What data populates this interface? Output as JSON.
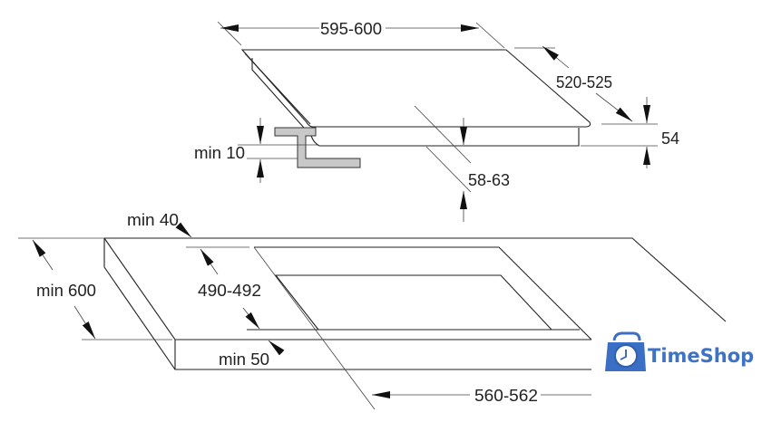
{
  "hob_dimensions": {
    "width": "595-600",
    "depth": "520-525",
    "height": "54",
    "min_clearance": "min 10",
    "depth_below": "58-63"
  },
  "countertop_dimensions": {
    "min_front_margin": "min 40",
    "cutout_depth": "490-492",
    "min_depth": "min 600",
    "min_rear_margin": "min 50",
    "cutout_width": "560-562"
  },
  "watermark": {
    "text": "TimeShop",
    "color": "#3d72c7"
  },
  "colors": {
    "line": "#222222",
    "bracket_fill": "#c8c8c8"
  }
}
